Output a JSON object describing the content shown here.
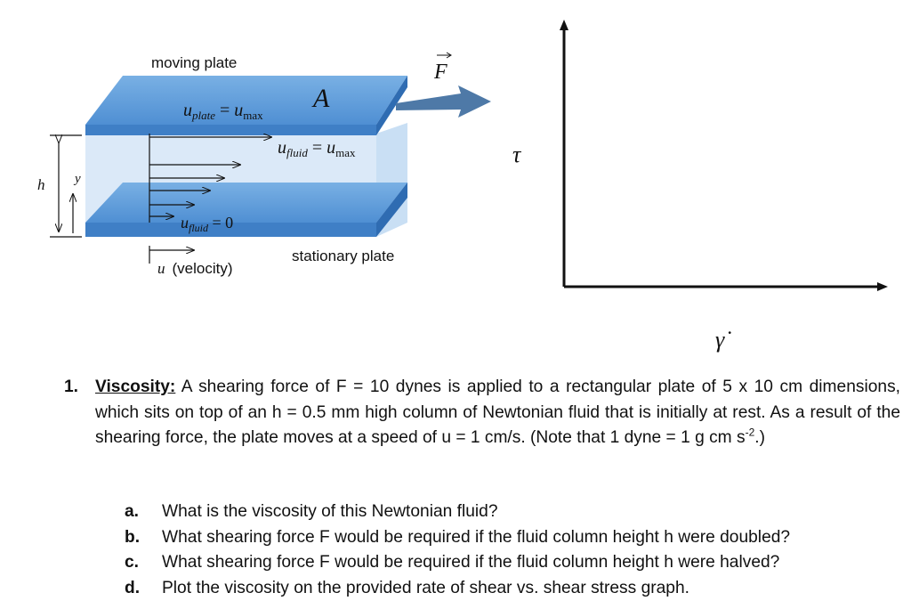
{
  "diagram": {
    "moving_plate_label": "moving plate",
    "stationary_plate_label": "stationary plate",
    "area_symbol": "A",
    "force_symbol": "F",
    "u_plate_eq": {
      "lhs": "u",
      "lhs_sub": "plate",
      "rhs": "u",
      "rhs_sub": "max"
    },
    "u_fluid_top_eq": {
      "lhs": "u",
      "lhs_sub": "fluid",
      "rhs": "u",
      "rhs_sub": "max"
    },
    "u_fluid_bottom_eq": {
      "lhs": "u",
      "lhs_sub": "fluid",
      "rhs": "0"
    },
    "height_symbol": "h",
    "y_symbol": "y",
    "velocity_axis": {
      "symbol": "u",
      "label": "(velocity)"
    }
  },
  "graph": {
    "y_axis_symbol": "τ",
    "x_axis_symbol": "γ̇"
  },
  "problem": {
    "number": "1.",
    "title": "Viscosity:",
    "text": "A shearing force of F = 10 dynes is applied to a rectangular plate of 5 x 10 cm dimensions, which sits on top of an h = 0.5 mm high column of Newtonian fluid that is initially at rest. As a result of the shearing force, the plate moves at a speed of u = 1 cm/s. (Note that 1 dyne = 1 g cm s",
    "exponent": "-2",
    "text_end": ".)",
    "parts": [
      {
        "letter": "a.",
        "text": "What is the viscosity of this Newtonian fluid?"
      },
      {
        "letter": "b.",
        "text": "What shearing force F would be required if the fluid column height h were doubled?"
      },
      {
        "letter": "c.",
        "text": "What shearing force F would be required if the fluid column height h were halved?"
      },
      {
        "letter": "d.",
        "text": "Plot the viscosity on the provided rate of shear vs. shear stress graph."
      }
    ]
  }
}
